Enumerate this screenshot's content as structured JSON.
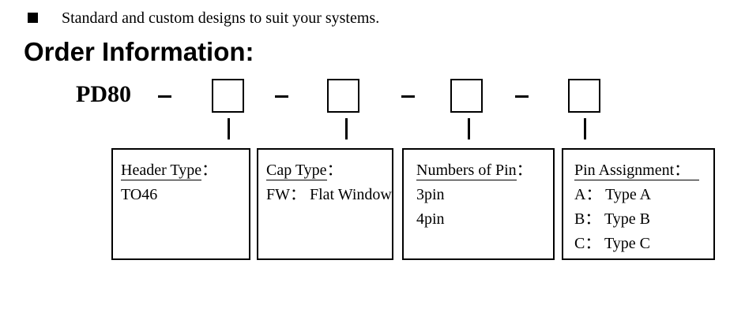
{
  "bullet_item": {
    "text": "Standard and custom designs to suit your systems."
  },
  "heading": {
    "text": "Order Information:"
  },
  "part_number": {
    "prefix": "PD80",
    "separator": "-",
    "placeholder_count": 4
  },
  "boxes": [
    {
      "title": "Header Type",
      "colon": "：",
      "lines": [
        "TO46"
      ]
    },
    {
      "title": "Cap Type",
      "colon": "：",
      "lines": [
        "FW： Flat Window"
      ]
    },
    {
      "title": "Numbers of Pin",
      "colon": "：",
      "lines": [
        "3pin",
        "4pin"
      ]
    },
    {
      "title": "Pin Assignment：",
      "colon": "",
      "lines": [
        "A： Type A",
        "B： Type B",
        "C： Type C"
      ]
    }
  ],
  "colors": {
    "ink": "#000000",
    "background": "#ffffff"
  }
}
